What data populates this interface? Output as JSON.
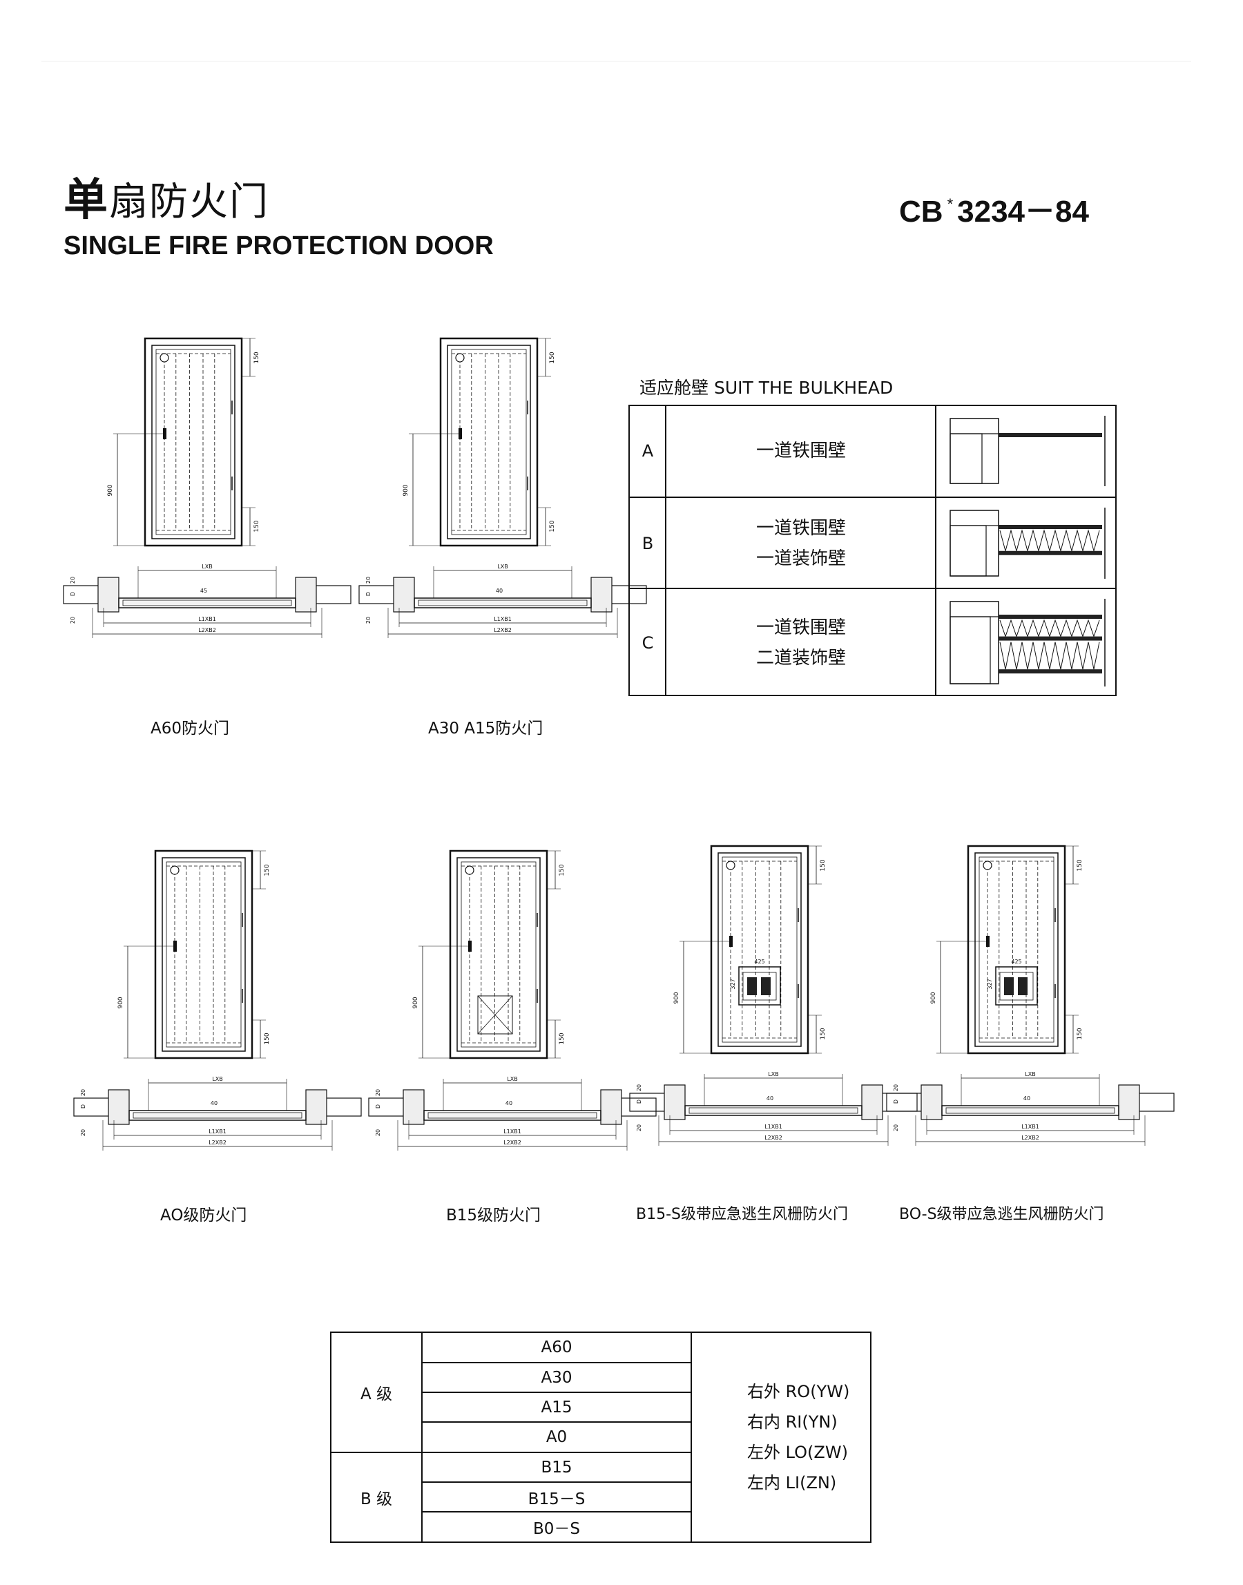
{
  "header": {
    "title_cn_lead": "单",
    "title_cn_rest": "扇防火门",
    "title_en": "SINGLE FIRE PROTECTION DOOR",
    "std_prefix": "CB",
    "std_star": "*",
    "std_number": "3234－84"
  },
  "dims": {
    "top": "150",
    "bottom": "150",
    "handle_height": "900",
    "clear_width": "LXB",
    "frame_width": "L1XB1",
    "overall_width": "L2XB2",
    "thick_a60": "45",
    "thick_other": "40",
    "edge": "20",
    "d": "D",
    "grille_w": "425",
    "grille_h": "327"
  },
  "drawings": {
    "a60": {
      "caption": "A60防火门"
    },
    "a30": {
      "caption": "A30  A15防火门"
    },
    "a0": {
      "caption": "AO级防火门"
    },
    "b15": {
      "caption": "B15级防火门"
    },
    "b15s": {
      "caption": "B15-S级带应急逃生风栅防火门"
    },
    "b0s": {
      "caption": "BO-S级带应急逃生风栅防火门"
    }
  },
  "bulkhead": {
    "title": "适应舱壁 SUIT THE BULKHEAD",
    "rows": [
      {
        "code": "A",
        "lines": [
          "一道铁围壁"
        ]
      },
      {
        "code": "B",
        "lines": [
          "一道铁围壁",
          "一道装饰壁"
        ]
      },
      {
        "code": "C",
        "lines": [
          "一道铁围壁",
          "二道装饰壁"
        ]
      }
    ]
  },
  "classification": {
    "groups": [
      {
        "label": "A 级",
        "items": [
          "A60",
          "A30",
          "A15",
          "A0"
        ]
      },
      {
        "label": "B 级",
        "items": [
          "B15",
          "B15－S",
          "B0－S"
        ]
      }
    ],
    "directions": [
      "右外 RO(YW)",
      "右内 RI(YN)",
      "左外 LO(ZW)",
      "左内 LI(ZN)"
    ]
  }
}
